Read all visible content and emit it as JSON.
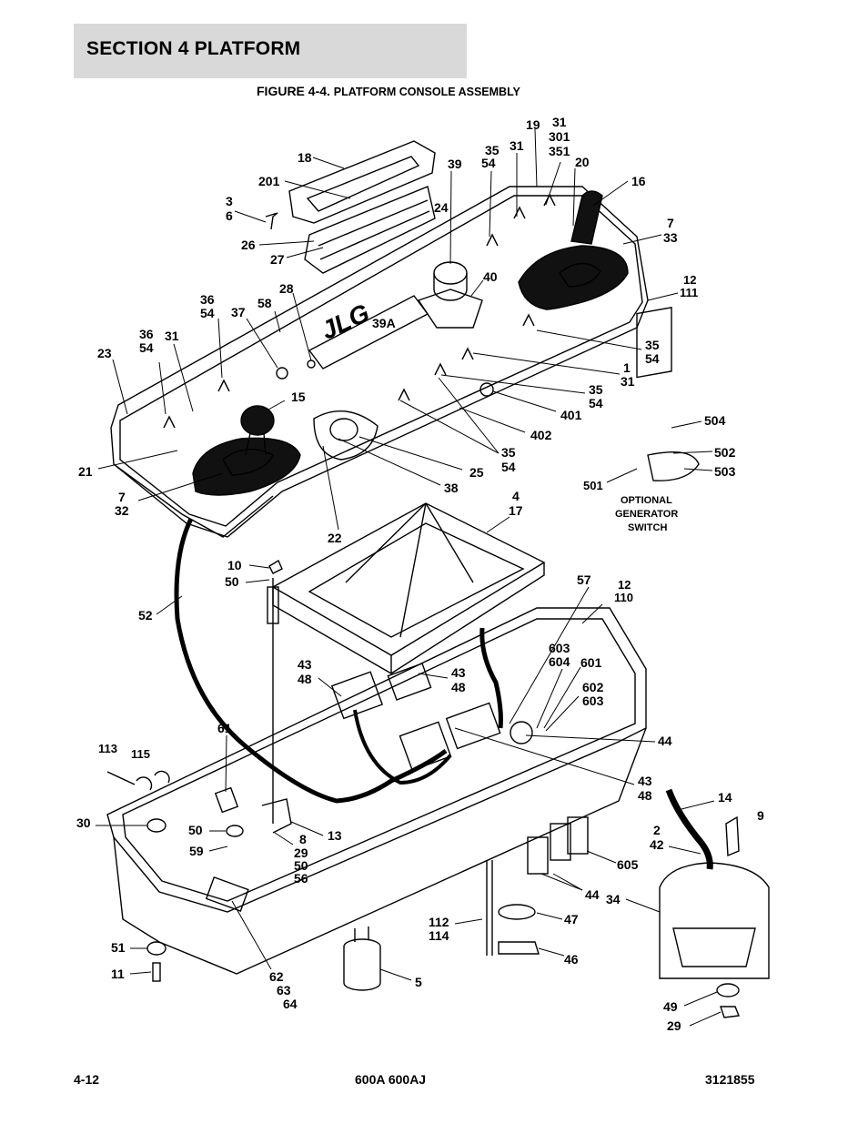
{
  "header": {
    "section_title": "SECTION 4   PLATFORM",
    "figure_number": "FIGURE 4-4.",
    "figure_caption": "PLATFORM CONSOLE ASSEMBLY"
  },
  "callouts": [
    {
      "id": "c18",
      "text": "18"
    },
    {
      "id": "c201",
      "text": "201"
    },
    {
      "id": "c3",
      "text": "3"
    },
    {
      "id": "c6",
      "text": "6"
    },
    {
      "id": "c26",
      "text": "26"
    },
    {
      "id": "c27",
      "text": "27"
    },
    {
      "id": "c39",
      "text": "39"
    },
    {
      "id": "c35a",
      "text": "35"
    },
    {
      "id": "c54a",
      "text": "54"
    },
    {
      "id": "c31a",
      "text": "31"
    },
    {
      "id": "c19",
      "text": "19"
    },
    {
      "id": "c31b",
      "text": "31"
    },
    {
      "id": "c301",
      "text": "301"
    },
    {
      "id": "c351",
      "text": "351"
    },
    {
      "id": "c20",
      "text": "20"
    },
    {
      "id": "c16",
      "text": "16"
    },
    {
      "id": "c24",
      "text": "24"
    },
    {
      "id": "c7a",
      "text": "7"
    },
    {
      "id": "c33",
      "text": "33"
    },
    {
      "id": "c40",
      "text": "40"
    },
    {
      "id": "c12a",
      "text": "12"
    },
    {
      "id": "c111",
      "text": "111"
    },
    {
      "id": "c28",
      "text": "28"
    },
    {
      "id": "c36a",
      "text": "36"
    },
    {
      "id": "c54b",
      "text": "54"
    },
    {
      "id": "c58",
      "text": "58"
    },
    {
      "id": "c37",
      "text": "37"
    },
    {
      "id": "c39A",
      "text": "39A"
    },
    {
      "id": "c36b",
      "text": "36"
    },
    {
      "id": "c54c",
      "text": "54"
    },
    {
      "id": "c31c",
      "text": "31"
    },
    {
      "id": "c23",
      "text": "23"
    },
    {
      "id": "c35b",
      "text": "35"
    },
    {
      "id": "c54d",
      "text": "54"
    },
    {
      "id": "c1",
      "text": "1"
    },
    {
      "id": "c31d",
      "text": "31"
    },
    {
      "id": "c35c",
      "text": "35"
    },
    {
      "id": "c54e",
      "text": "54"
    },
    {
      "id": "c15",
      "text": "15"
    },
    {
      "id": "c401",
      "text": "401"
    },
    {
      "id": "c402",
      "text": "402"
    },
    {
      "id": "c504",
      "text": "504"
    },
    {
      "id": "c502",
      "text": "502"
    },
    {
      "id": "c503",
      "text": "503"
    },
    {
      "id": "c501",
      "text": "501"
    },
    {
      "id": "c35d",
      "text": "35"
    },
    {
      "id": "c54f",
      "text": "54"
    },
    {
      "id": "c21",
      "text": "21"
    },
    {
      "id": "c25",
      "text": "25"
    },
    {
      "id": "c7b",
      "text": "7"
    },
    {
      "id": "c32",
      "text": "32"
    },
    {
      "id": "c38",
      "text": "38"
    },
    {
      "id": "c4",
      "text": "4"
    },
    {
      "id": "c17",
      "text": "17"
    },
    {
      "id": "c22",
      "text": "22"
    },
    {
      "id": "c10",
      "text": "10"
    },
    {
      "id": "c50a",
      "text": "50"
    },
    {
      "id": "c57",
      "text": "57"
    },
    {
      "id": "c12b",
      "text": "12"
    },
    {
      "id": "c110",
      "text": "110"
    },
    {
      "id": "c52",
      "text": "52"
    },
    {
      "id": "c43a",
      "text": "43"
    },
    {
      "id": "c48a",
      "text": "48"
    },
    {
      "id": "c43b",
      "text": "43"
    },
    {
      "id": "c48b",
      "text": "48"
    },
    {
      "id": "c603a",
      "text": "603"
    },
    {
      "id": "c604",
      "text": "604"
    },
    {
      "id": "c601",
      "text": "601"
    },
    {
      "id": "c602",
      "text": "602"
    },
    {
      "id": "c603b",
      "text": "603"
    },
    {
      "id": "c61",
      "text": "61"
    },
    {
      "id": "c44a",
      "text": "44"
    },
    {
      "id": "c113",
      "text": "113"
    },
    {
      "id": "c115",
      "text": "115"
    },
    {
      "id": "c43c",
      "text": "43"
    },
    {
      "id": "c48c",
      "text": "48"
    },
    {
      "id": "c14",
      "text": "14"
    },
    {
      "id": "c9",
      "text": "9"
    },
    {
      "id": "c30",
      "text": "30"
    },
    {
      "id": "c50b",
      "text": "50"
    },
    {
      "id": "c8",
      "text": "8"
    },
    {
      "id": "c13",
      "text": "13"
    },
    {
      "id": "c29a",
      "text": "29"
    },
    {
      "id": "c50c",
      "text": "50"
    },
    {
      "id": "c56",
      "text": "56"
    },
    {
      "id": "c59",
      "text": "59"
    },
    {
      "id": "c2",
      "text": "2"
    },
    {
      "id": "c42",
      "text": "42"
    },
    {
      "id": "c605",
      "text": "605"
    },
    {
      "id": "c44b",
      "text": "44"
    },
    {
      "id": "c34",
      "text": "34"
    },
    {
      "id": "c47",
      "text": "47"
    },
    {
      "id": "c112",
      "text": "112"
    },
    {
      "id": "c114",
      "text": "114"
    },
    {
      "id": "c51",
      "text": "51"
    },
    {
      "id": "c46",
      "text": "46"
    },
    {
      "id": "c11",
      "text": "11"
    },
    {
      "id": "c5",
      "text": "5"
    },
    {
      "id": "c62",
      "text": "62"
    },
    {
      "id": "c63",
      "text": "63"
    },
    {
      "id": "c64",
      "text": "64"
    },
    {
      "id": "c49",
      "text": "49"
    },
    {
      "id": "c29b",
      "text": "29"
    }
  ],
  "optional_switch_label": [
    "OPTIONAL",
    "GENERATOR",
    "SWITCH"
  ],
  "console_logo": "JLG",
  "footer": {
    "page_number": "4-12",
    "model": "600A 600AJ",
    "doc_number": "3121855"
  }
}
